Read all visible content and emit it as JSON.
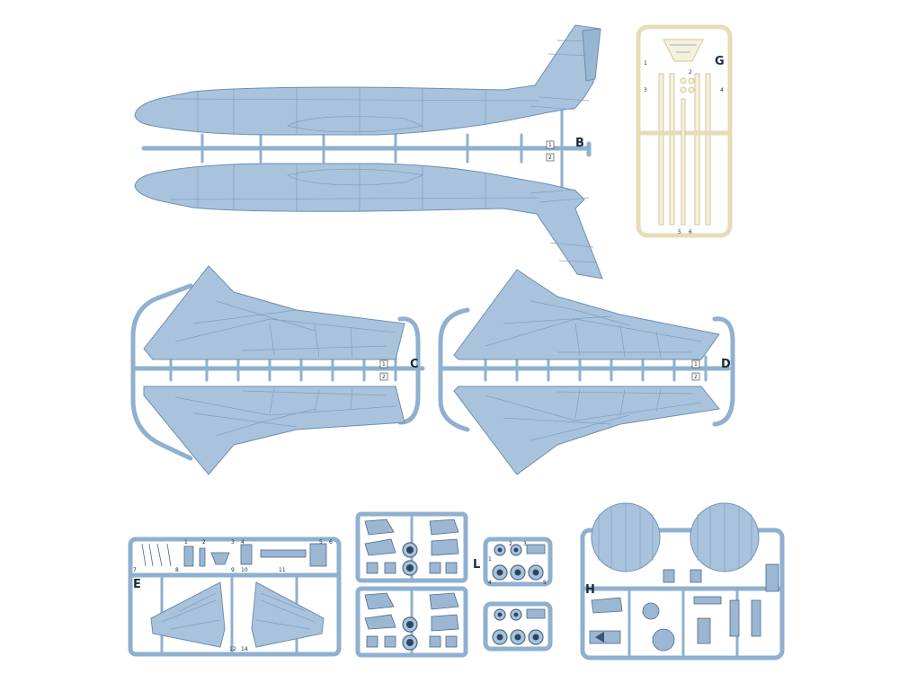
{
  "sprues": {
    "b": {
      "letter": "B",
      "gates": [
        "1",
        "2"
      ]
    },
    "g": {
      "letter": "G",
      "gates": [
        "1",
        "2",
        "3",
        "4",
        "5",
        "6"
      ]
    },
    "c": {
      "letter": "C",
      "gates": [
        "1",
        "2"
      ]
    },
    "d": {
      "letter": "D",
      "gates": [
        "1",
        "2"
      ]
    },
    "e": {
      "letter": "E",
      "gates": [
        "1",
        "2",
        "3",
        "4",
        "5",
        "6",
        "7",
        "8",
        "9",
        "10",
        "11",
        "12",
        "14"
      ]
    },
    "l": {
      "letter": "L",
      "gates": [
        "1",
        "2",
        "3",
        "4",
        "5"
      ]
    },
    "h": {
      "letter": "H"
    }
  },
  "colors": {
    "plastic": "#a9c3dc",
    "runner": "#8fb0cf",
    "outline": "#6d8fb0",
    "clear_parts": "#f6f1de"
  }
}
